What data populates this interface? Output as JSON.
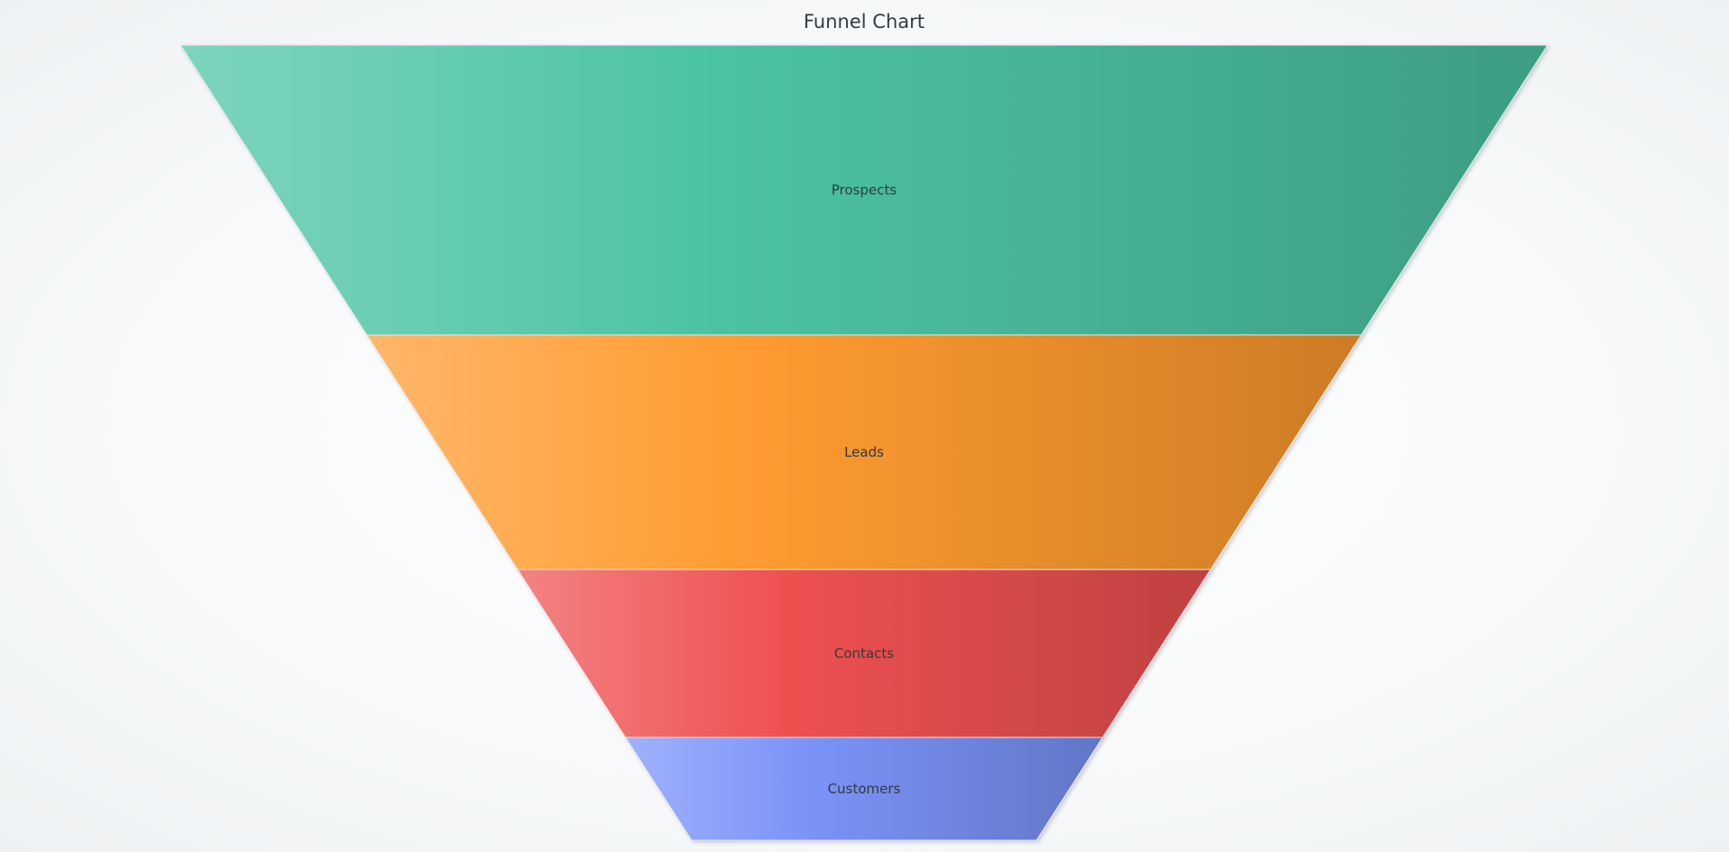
{
  "chart_data": {
    "type": "funnel",
    "title": "Funnel Chart",
    "categories": [
      "Prospects",
      "Leads",
      "Contacts",
      "Customers"
    ],
    "colors": [
      "#4cc3a5",
      "#ff9b30",
      "#ef5151",
      "#7b93f8"
    ]
  }
}
